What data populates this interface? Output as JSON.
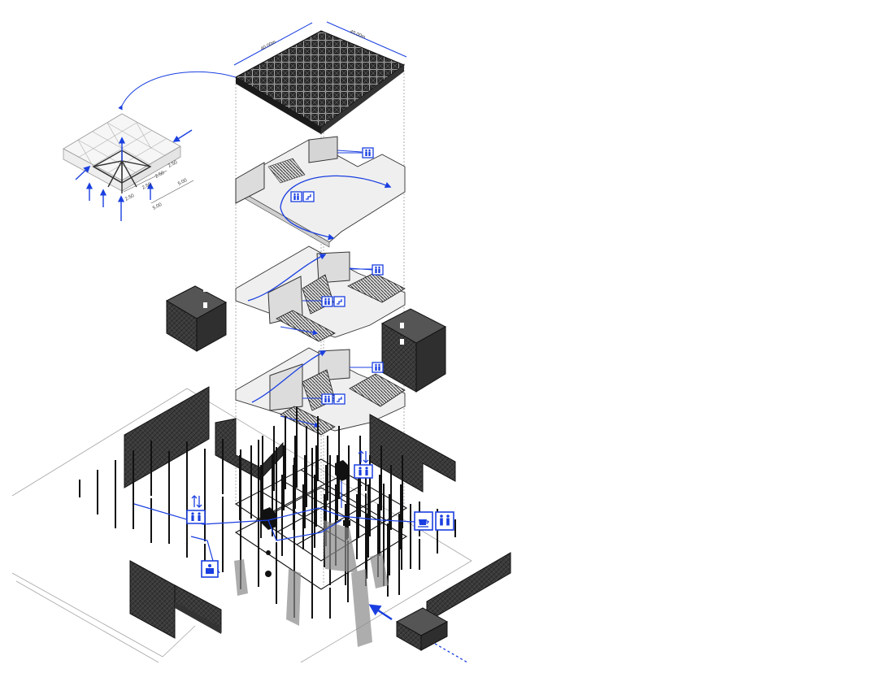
{
  "dimensions": {
    "roof_width": "40.00m",
    "roof_depth": "40.00m",
    "module_a": "2.50",
    "module_b": "2.50",
    "module_c": "2.50",
    "module_d": "2.50",
    "span_a": "5.00",
    "span_b": "5.00"
  },
  "icons": {
    "toilet": "toilet-icon",
    "stairs": "stairs-icon",
    "elevator": "elevator-icon",
    "cafe": "coffee-cup-icon",
    "ticket": "ticket-icon"
  },
  "colors": {
    "accent": "#1a3fe0",
    "ink": "#111111",
    "panel": "#3a3a3a",
    "slab": "#e8e8e8",
    "guide": "#9a9a9a"
  }
}
